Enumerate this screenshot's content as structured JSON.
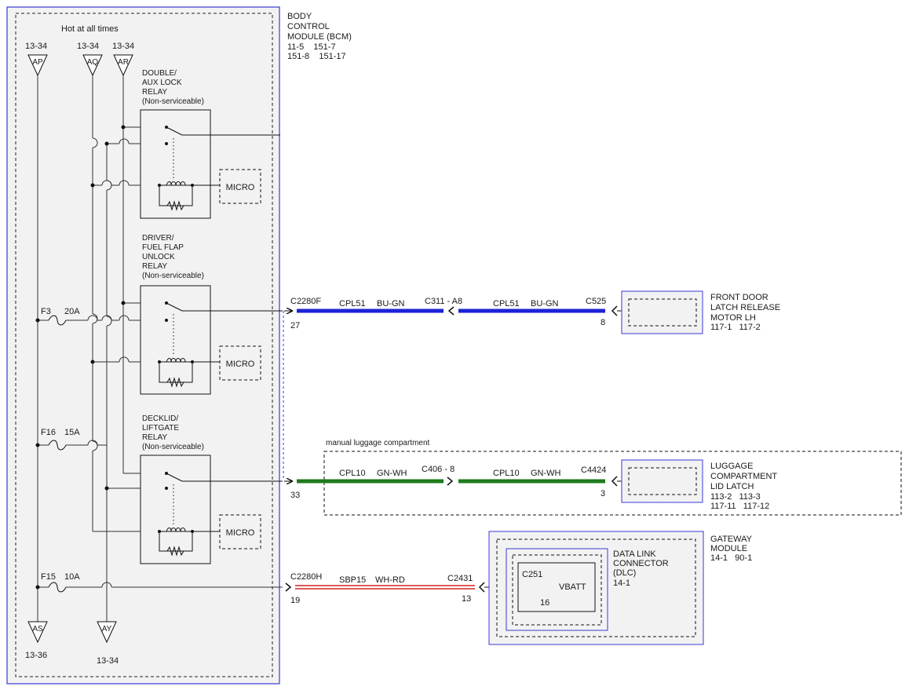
{
  "bcm": {
    "hot_label": "Hot at all times",
    "title": [
      "BODY",
      "CONTROL",
      "MODULE (BCM)"
    ],
    "refs": [
      "11-5    151-7",
      "151-8    151-17"
    ]
  },
  "top_connectors": [
    {
      "page": "13-34",
      "label": "AP"
    },
    {
      "page": "13-34",
      "label": "AQ"
    },
    {
      "page": "13-34",
      "label": "AR"
    }
  ],
  "bottom_connectors": [
    {
      "page": "13-36",
      "label": "AS"
    },
    {
      "page": "13-34",
      "label": "AY"
    }
  ],
  "relays": [
    {
      "title": [
        "DOUBLE/",
        "AUX LOCK",
        "RELAY",
        "(Non-serviceable)"
      ],
      "micro": "MICRO"
    },
    {
      "title": [
        "DRIVER/",
        "FUEL FLAP",
        "UNLOCK",
        "RELAY",
        "(Non-serviceable)"
      ],
      "micro": "MICRO"
    },
    {
      "title": [
        "DECKLID/",
        "LIFTGATE",
        "RELAY",
        "(Non-serviceable)"
      ],
      "micro": "MICRO"
    }
  ],
  "fuses": [
    {
      "name": "F3",
      "rating": "20A"
    },
    {
      "name": "F16",
      "rating": "15A"
    },
    {
      "name": "F15",
      "rating": "10A"
    }
  ],
  "circuits": [
    {
      "start_connector": "C2280F",
      "start_pin": "27",
      "circuit1": "CPL51",
      "color1": "BU-GN",
      "inline": "C311 - A8",
      "circuit2": "CPL51",
      "color2": "BU-GN",
      "end_connector": "C525",
      "end_pin": "8",
      "wire_color": "#1c22d4",
      "component": [
        "FRONT DOOR",
        "LATCH RELEASE",
        "MOTOR LH"
      ],
      "refs": "117-1   117-2"
    },
    {
      "start_pin": "33",
      "circuit1": "CPL10",
      "color1": "GN-WH",
      "inline": "C406 - 8",
      "circuit2": "CPL10",
      "color2": "GN-WH",
      "end_connector": "C4424",
      "end_pin": "3",
      "wire_color": "#1e7a1e",
      "component": [
        "LUGGAGE",
        "COMPARTMENT",
        "LID LATCH"
      ],
      "refs": [
        "113-2   113-3",
        "117-11   117-12"
      ]
    },
    {
      "start_connector": "C2280H",
      "start_pin": "19",
      "circuit1": "SBP15",
      "color1": "WH-RD",
      "end_connector": "C2431",
      "end_pin": "13",
      "wire_color": "#d42020"
    }
  ],
  "luggage_group_label": "manual luggage compartment",
  "gateway": {
    "title": [
      "GATEWAY",
      "MODULE"
    ],
    "refs": "14-1   90-1",
    "dlc_title": [
      "DATA LINK",
      "CONNECTOR",
      "(DLC)"
    ],
    "dlc_ref": "14-1",
    "connector": "C251",
    "pin": "16",
    "signal": "VBATT"
  }
}
